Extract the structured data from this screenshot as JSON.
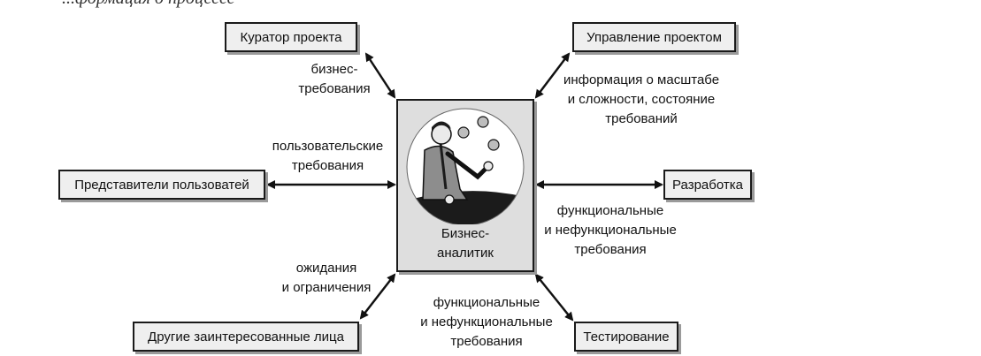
{
  "top_fragment": "...формация о процессе",
  "center": {
    "line1": "Бизнес-",
    "line2": "аналитик",
    "figure_icon": "juggling-analyst-illustration"
  },
  "nodes": {
    "sponsor": "Куратор проекта",
    "project_management": "Управление проектом",
    "user_representatives": "Представители пользоватей",
    "development": "Разработка",
    "other_stakeholders": "Другие заинтересованные лица",
    "testing": "Тестирование"
  },
  "labels": {
    "sponsor": [
      "бизнес-",
      "требования"
    ],
    "project_management": [
      "информация о масштабе",
      "и сложности, состояние",
      "требований"
    ],
    "user_representatives": [
      "пользовательские",
      "требования"
    ],
    "development": [
      "функциональные",
      "и нефункциональные",
      "требования"
    ],
    "other_stakeholders": [
      "ожидания",
      "и ограничения"
    ],
    "testing": [
      "функциональные",
      "и нефункциональные",
      "требования"
    ]
  }
}
